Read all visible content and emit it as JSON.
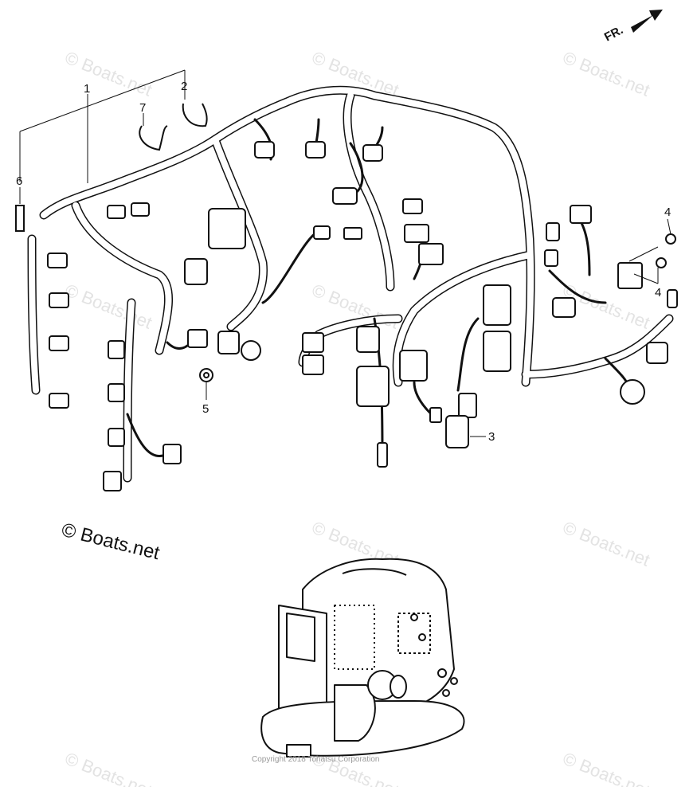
{
  "watermark_text": "© Boats.net",
  "credit_text": "© Boats.net",
  "copyright_text": "Copyright 2018 Tohatsu Corporation",
  "direction_label": "FR.",
  "callouts": {
    "c1": "1",
    "c2": "2",
    "c3": "3",
    "c4a": "4",
    "c4b": "4",
    "c5": "5",
    "c6": "6",
    "c7": "7"
  }
}
